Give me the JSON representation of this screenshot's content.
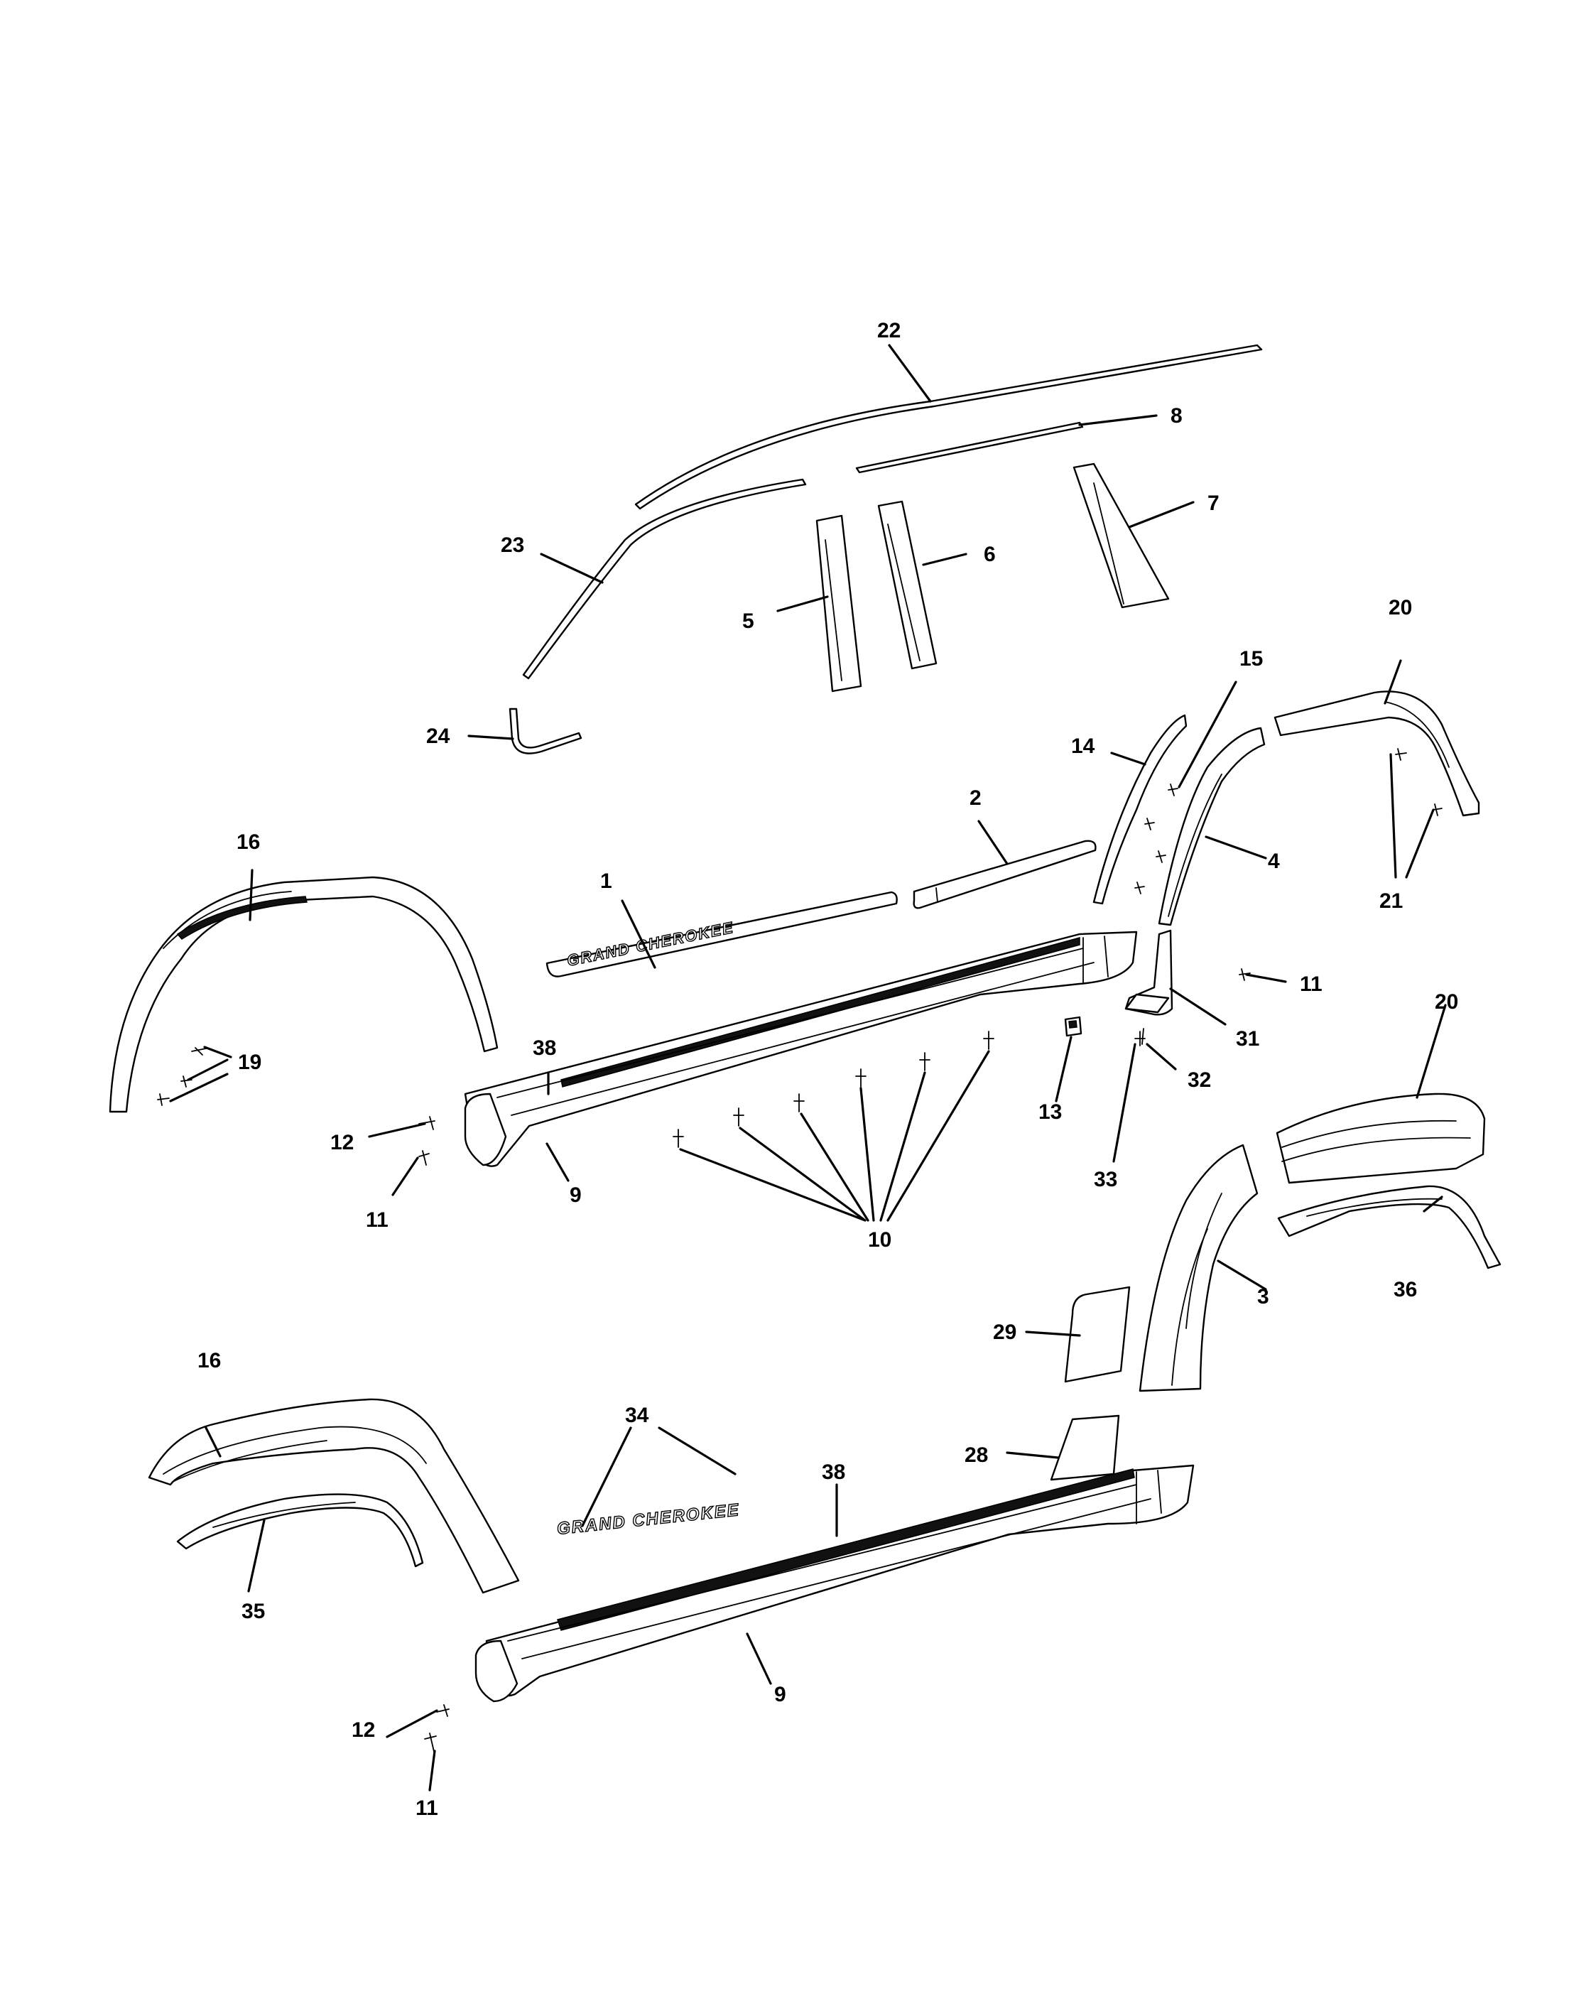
{
  "callouts": {
    "c1": "1",
    "c2": "2",
    "c3": "3",
    "c4": "4",
    "c5": "5",
    "c6": "6",
    "c7": "7",
    "c8": "8",
    "c9a": "9",
    "c9b": "9",
    "c10": "10",
    "c11a": "11",
    "c11b": "11",
    "c11c": "11",
    "c12a": "12",
    "c12b": "12",
    "c13": "13",
    "c14": "14",
    "c15": "15",
    "c16a": "16",
    "c16b": "16",
    "c19": "19",
    "c20a": "20",
    "c20b": "20",
    "c21": "21",
    "c22": "22",
    "c23": "23",
    "c24": "24",
    "c28": "28",
    "c29": "29",
    "c31": "31",
    "c32": "32",
    "c33": "33",
    "c34": "34",
    "c35": "35",
    "c36": "36",
    "c38a": "38",
    "c38b": "38"
  },
  "emblem_text": "GRAND CHEROKEE"
}
